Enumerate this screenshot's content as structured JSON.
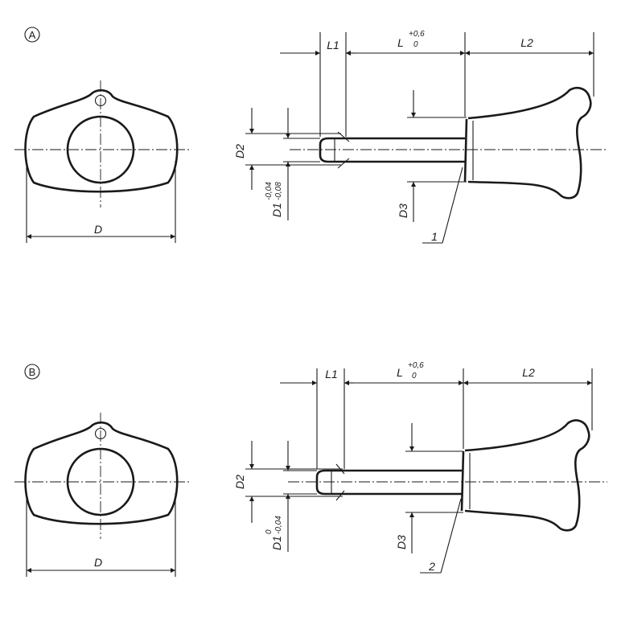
{
  "variants": [
    {
      "id": "A",
      "label": "A",
      "front_view": {
        "diameter_label": "D"
      },
      "side_view": {
        "length_labels": {
          "L1": "L1",
          "L": "L",
          "L_tol_upper": "+0,6",
          "L_tol_lower": "0",
          "L2": "L2"
        },
        "diameter_labels": {
          "D2": "D2",
          "D1": "D1",
          "D1_tol_upper": "-0,04",
          "D1_tol_lower": "-0,08",
          "D3": "D3"
        },
        "callout": "1"
      }
    },
    {
      "id": "B",
      "label": "B",
      "front_view": {
        "diameter_label": "D"
      },
      "side_view": {
        "length_labels": {
          "L1": "L1",
          "L": "L",
          "L_tol_upper": "+0,6",
          "L_tol_lower": "0",
          "L2": "L2"
        },
        "diameter_labels": {
          "D2": "D2",
          "D1": "D1",
          "D1_tol_upper": "0",
          "D1_tol_lower": "-0,04",
          "D3": "D3"
        },
        "callout": "2"
      }
    }
  ]
}
